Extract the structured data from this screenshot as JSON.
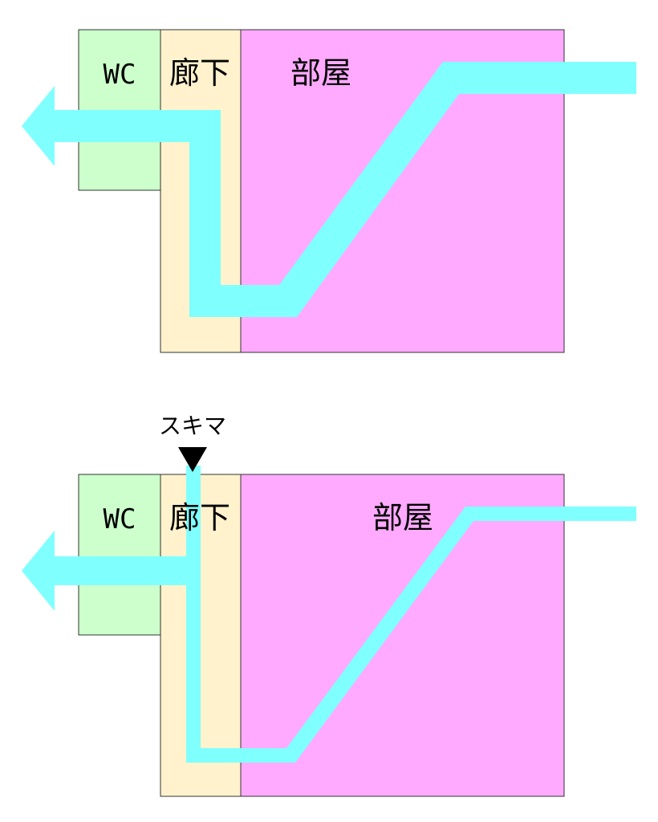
{
  "colors": {
    "wc": "#ccffcc",
    "corridor": "#fff2cc",
    "room": "#ffaaff",
    "airflow": "#80ffff",
    "outline": "#333333",
    "marker": "#000000"
  },
  "diagrams": [
    {
      "labels": {
        "wc": "WC",
        "corridor": "廊下",
        "room": "部屋"
      }
    },
    {
      "labels": {
        "wc": "WC",
        "corridor": "廊下",
        "room": "部屋",
        "gap": "スキマ"
      }
    }
  ],
  "icons": {
    "airflow_arrow": "arrow-left-icon",
    "gap_marker": "triangle-down-icon"
  }
}
